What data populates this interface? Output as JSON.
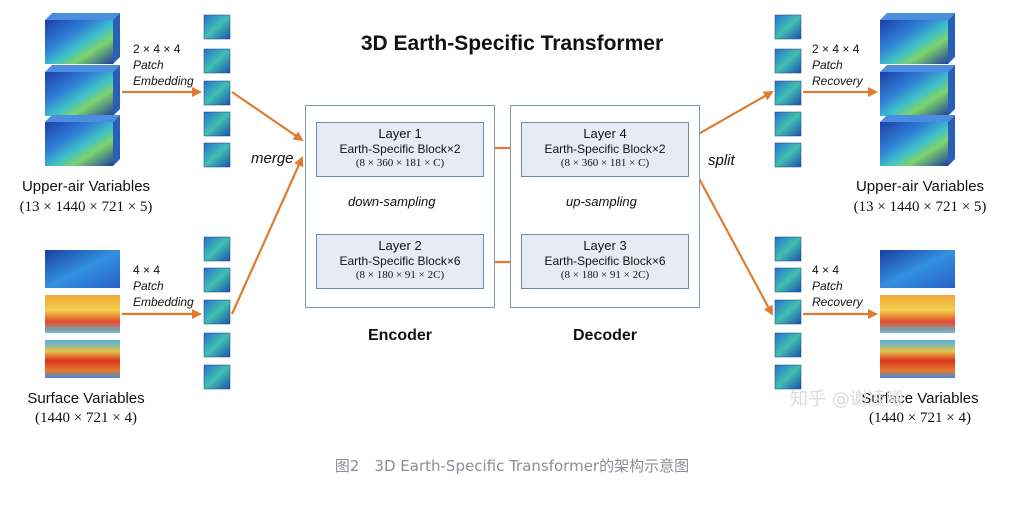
{
  "title": "3D Earth-Specific Transformer",
  "left": {
    "upper_label": "Upper-air Variables",
    "upper_dims": "(13 × 1440 × 721 × 5)",
    "surface_label": "Surface Variables",
    "surface_dims": "(1440 × 721 × 4)",
    "upper_patch_size": "2 × 4 × 4",
    "surface_patch_size": "4 × 4",
    "patch_word": "Patch",
    "patch_op": "Embedding",
    "merge_label": "merge"
  },
  "right": {
    "upper_label": "Upper-air Variables",
    "upper_dims": "(13 × 1440 × 721 × 5)",
    "surface_label": "Surface Variables",
    "surface_dims": "(1440 × 721 × 4)",
    "upper_patch_size": "2 × 4 × 4",
    "surface_patch_size": "4 × 4",
    "patch_word": "Patch",
    "patch_op": "Recovery",
    "split_label": "split"
  },
  "encoder": {
    "label": "Encoder",
    "downsample_label": "down-sampling",
    "layer1": {
      "name": "Layer 1",
      "block": "Earth-Specific Block×2",
      "size": "(8 × 360 × 181 × C)"
    },
    "layer2": {
      "name": "Layer 2",
      "block": "Earth-Specific Block×6",
      "size": "(8 × 180 × 91 × 2C)"
    }
  },
  "decoder": {
    "label": "Decoder",
    "upsample_label": "up-sampling",
    "layer4": {
      "name": "Layer 4",
      "block": "Earth-Specific Block×2",
      "size": "(8 × 360 × 181 × C)"
    },
    "layer3": {
      "name": "Layer 3",
      "block": "Earth-Specific Block×6",
      "size": "(8 × 180 × 91 × 2C)"
    }
  },
  "caption": "图2　3D Earth-Specific Transformer的架构示意图",
  "watermark": "知乎 @谢凌曦",
  "colors": {
    "arrow": "#e07b2f",
    "layer_fill": "#e6ecf4",
    "layer_border": "#6f8aa8",
    "box_border": "#7f99b2"
  }
}
